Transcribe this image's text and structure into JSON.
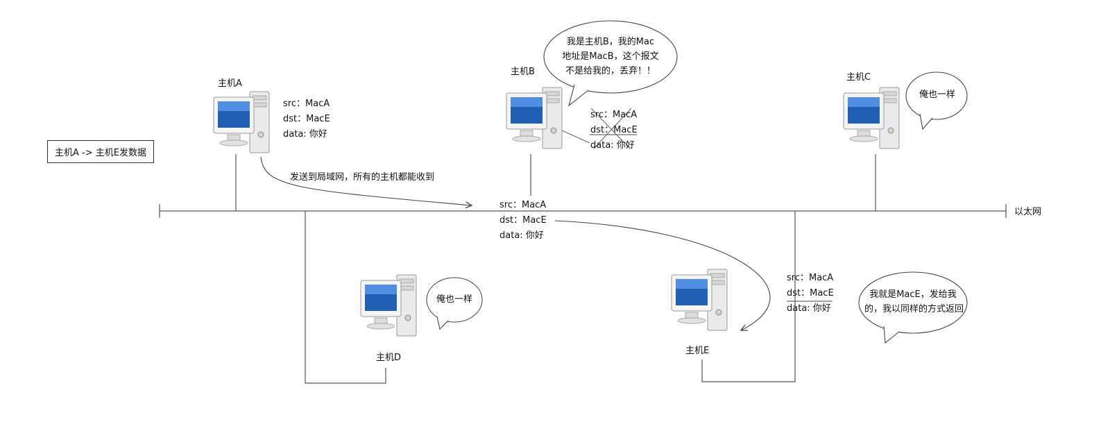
{
  "title_box": "主机A -> 主机E发数据",
  "ethernet_label": "以太网",
  "broadcast_note": "发送到局域网，所有的主机都能收到",
  "hosts": {
    "A": {
      "name": "主机A"
    },
    "B": {
      "name": "主机B"
    },
    "C": {
      "name": "主机C"
    },
    "D": {
      "name": "主机D"
    },
    "E": {
      "name": "主机E"
    }
  },
  "frame": {
    "src": "src：MacA",
    "dst": "dst：MacE",
    "data": "data: 你好"
  },
  "bubbles": {
    "B": [
      "我是主机B，我的Mac",
      "地址是MacB，这个报文",
      "不是给我的，丢弃！！"
    ],
    "C": [
      "俺也一样"
    ],
    "D": [
      "俺也一样"
    ],
    "E": [
      "我就是MacE，发给我",
      "的，我以同样的方式返回"
    ]
  }
}
